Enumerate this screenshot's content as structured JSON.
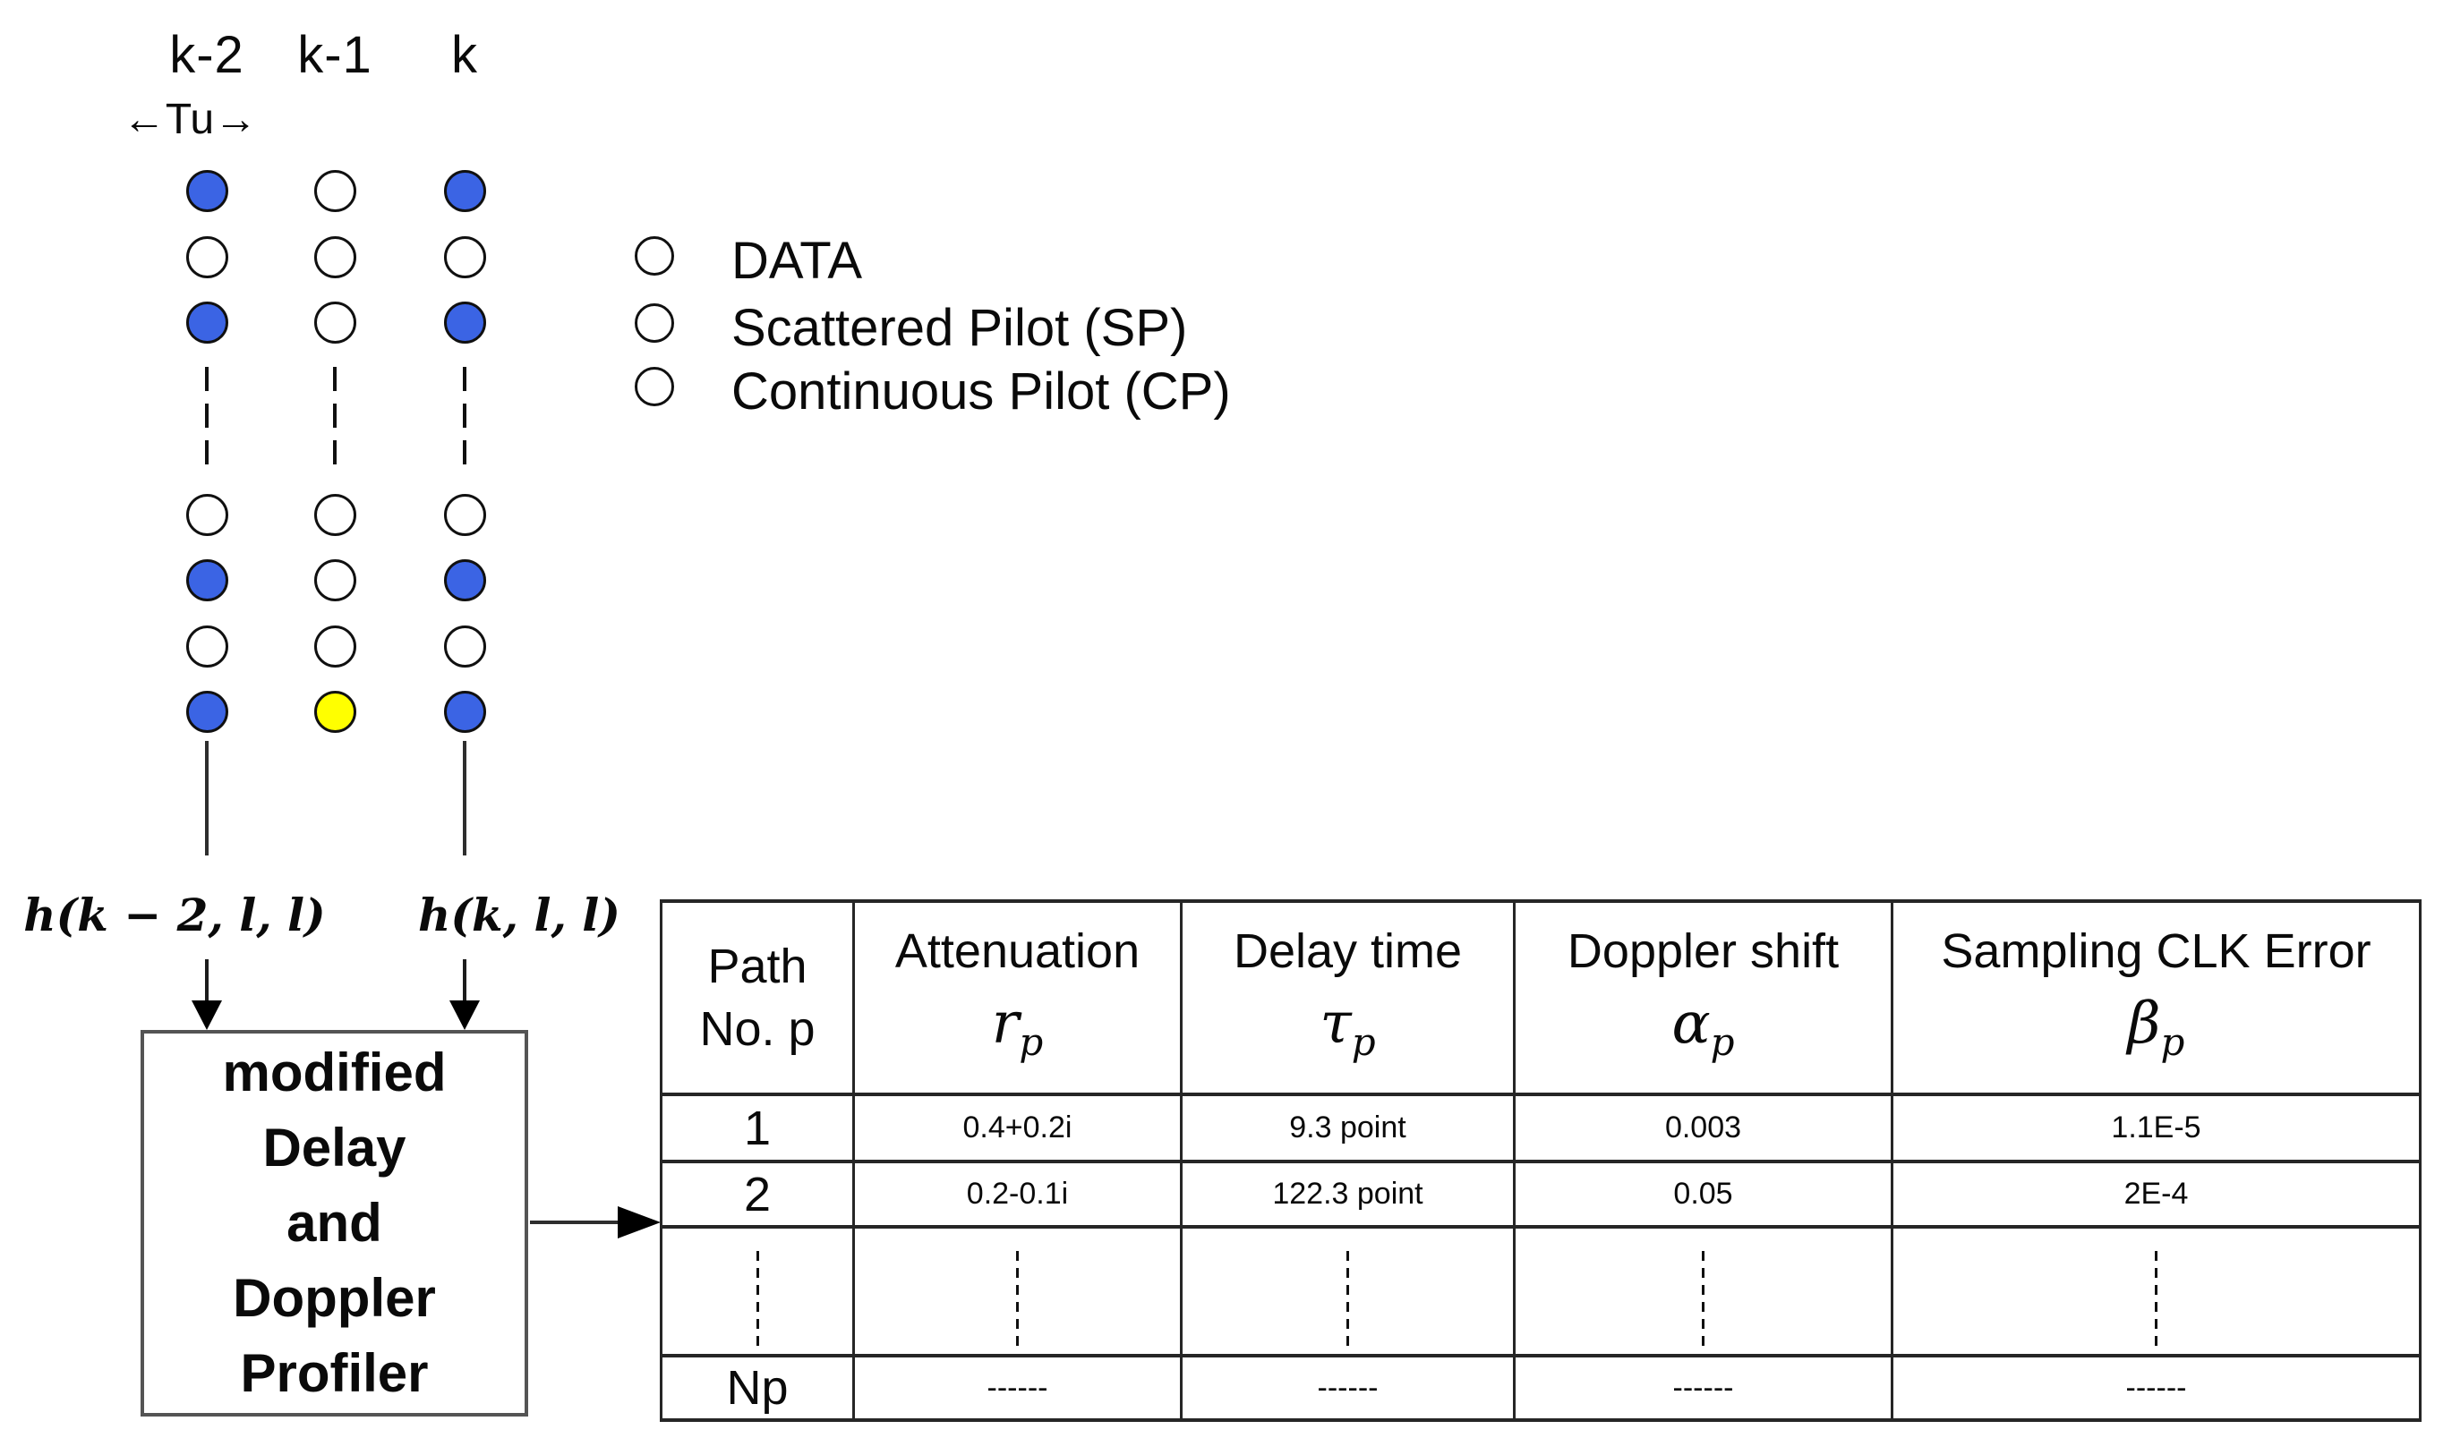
{
  "grid": {
    "column_labels": [
      "k-2",
      "k-1",
      "k"
    ],
    "tu_label": "←Tu→",
    "pattern_top": [
      [
        "sp",
        "data",
        "sp"
      ],
      [
        "data",
        "data",
        "data"
      ],
      [
        "sp",
        "data",
        "sp"
      ]
    ],
    "pattern_bottom": [
      [
        "data",
        "data",
        "data"
      ],
      [
        "sp",
        "data",
        "sp"
      ],
      [
        "data",
        "data",
        "data"
      ],
      [
        "sp",
        "cp",
        "sp"
      ]
    ]
  },
  "legend": {
    "items": [
      {
        "key": "data",
        "label": "DATA"
      },
      {
        "key": "sp",
        "label": "Scattered Pilot (SP)"
      },
      {
        "key": "cp",
        "label": "Continuous Pilot (CP)"
      }
    ]
  },
  "colors": {
    "scattered_pilot": "#3b64e4",
    "continuous_pilot": "#ffff00",
    "data_symbol": "#ffffff"
  },
  "channel_labels": {
    "left": "h(k − 2, l, l)",
    "right": "h(k, l, l)"
  },
  "profiler_box": {
    "lines": [
      "modified",
      "Delay",
      "and",
      "Doppler",
      "Profiler"
    ]
  },
  "table": {
    "columns": [
      {
        "title_line1": "Path",
        "title_line2": "No. p",
        "symbol": "",
        "symbol_sub": ""
      },
      {
        "title_line1": "Attenuation",
        "title_line2": "",
        "symbol": "r",
        "symbol_sub": "p"
      },
      {
        "title_line1": "Delay time",
        "title_line2": "",
        "symbol": "τ",
        "symbol_sub": "p"
      },
      {
        "title_line1": "Doppler shift",
        "title_line2": "",
        "symbol": "α",
        "symbol_sub": "p"
      },
      {
        "title_line1": "Sampling CLK Error",
        "title_line2": "",
        "symbol": "β",
        "symbol_sub": "p"
      }
    ],
    "rows": [
      {
        "path": "1",
        "attenuation": "0.4+0.2i",
        "delay": "9.3 point",
        "doppler": "0.003",
        "clk_error": "1.1E-5"
      },
      {
        "path": "2",
        "attenuation": "0.2-0.1i",
        "delay": "122.3 point",
        "doppler": "0.05",
        "clk_error": "2E-4"
      }
    ],
    "last_row": {
      "path": "Np",
      "attenuation": "------",
      "delay": "------",
      "doppler": "------",
      "clk_error": "------"
    }
  }
}
